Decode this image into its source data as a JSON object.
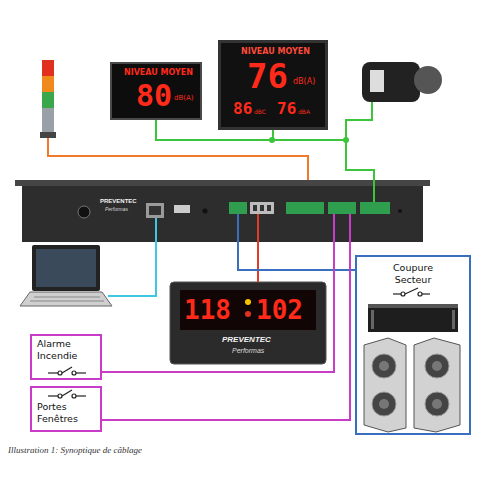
{
  "diagram": {
    "caption": "Illustration 1: Synoptique de câblage",
    "nodes": [
      {
        "text": [
          "NIVEAU MOYEN",
          "80",
          "dB(A)"
        ]
      },
      {
        "text": [
          "NIVEAU MOYEN",
          "76",
          "dB(A)",
          "86",
          "dBC",
          "76",
          "dBA"
        ]
      },
      {
        "text": [
          "PREVENTEC",
          "Performas"
        ]
      },
      {
        "text": [
          "Coupure Secteur"
        ]
      },
      {
        "text": [
          "118",
          "102",
          "PREVENTEC",
          "Performas"
        ]
      },
      {
        "text": [
          "Alarme Incendie"
        ]
      },
      {
        "text": [
          "Portes Fenêtres"
        ]
      }
    ],
    "edges": [
      {
        "from": 0,
        "to": 2,
        "arrow": "none"
      },
      {
        "from": 1,
        "to": 2,
        "arrow": "none"
      },
      {
        "from": 4,
        "to": 2,
        "arrow": "none"
      },
      {
        "from": 3,
        "to": 2,
        "arrow": "none"
      },
      {
        "from": 5,
        "to": 2,
        "arrow": "none"
      },
      {
        "from": 6,
        "to": 2,
        "arrow": "none"
      }
    ]
  }
}
